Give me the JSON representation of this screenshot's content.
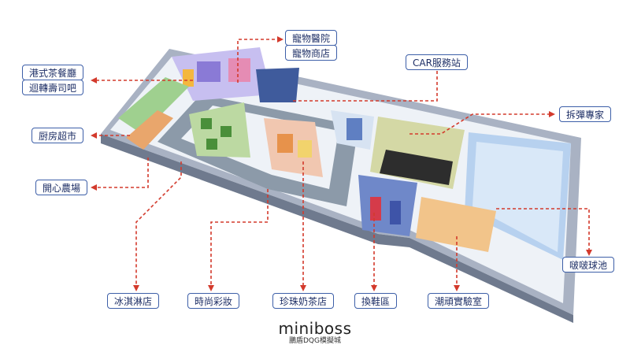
{
  "labels": {
    "pet_hospital": "寵物醫院",
    "pet_shop": "寵物商店",
    "hk_cafe": "港式茶餐廳",
    "sushi_bar": "迴轉壽司吧",
    "car_station": "CAR服務站",
    "kitchen_market": "厨房超市",
    "demolition_expert": "拆彈專家",
    "happy_farm": "開心農場",
    "ball_pool": "啵啵球池",
    "ice_cream": "冰淇淋店",
    "makeup": "時尚彩妝",
    "bubble_tea": "珍珠奶茶店",
    "shoe_change": "換鞋區",
    "trendy_lab": "潮頑實驗室"
  },
  "brand": {
    "logo": "miniboss",
    "subtitle": "鵬盾DQG模擬城"
  },
  "colors": {
    "label_border": "#3d5fa8",
    "label_text": "#1e2f66",
    "leader_line": "#d33a2c"
  }
}
